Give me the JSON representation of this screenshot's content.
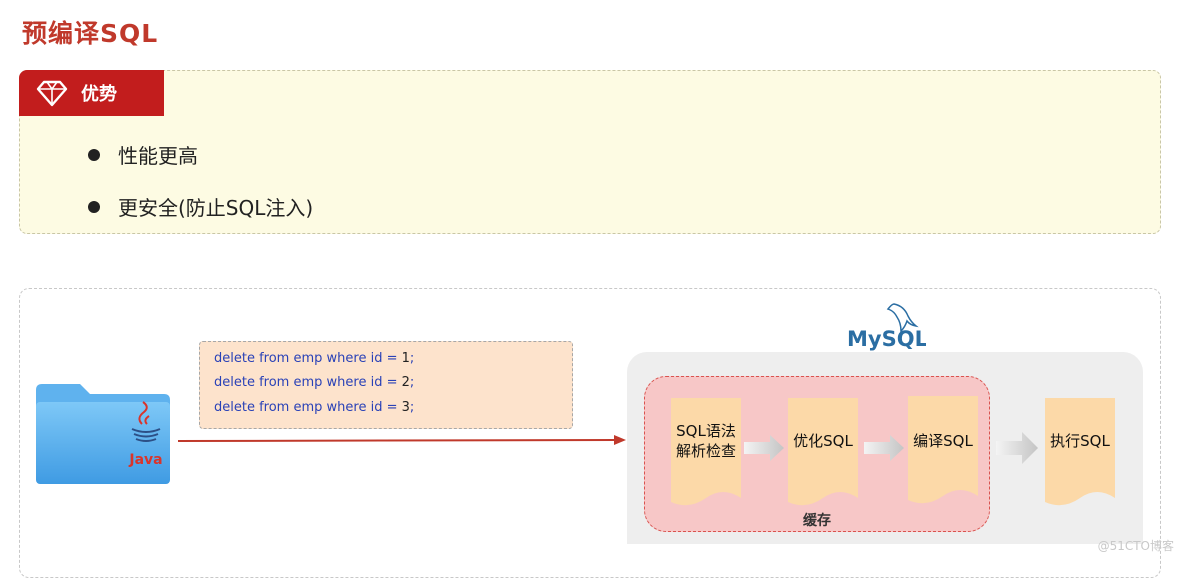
{
  "page_title": "预编译SQL",
  "advantages": {
    "tag_label": "优势",
    "items": [
      "性能更高",
      "更安全(防止SQL注入)"
    ]
  },
  "diagram": {
    "java_label": "Java",
    "sql_lines": [
      {
        "prefix": "delete from emp where id = ",
        "value": "1",
        "suffix": ";"
      },
      {
        "prefix": "delete from emp where id = ",
        "value": "2",
        "suffix": ";"
      },
      {
        "prefix": "delete from emp where id = ",
        "value": "3",
        "suffix": ";"
      }
    ],
    "mysql_logo_text": "MySQL",
    "steps": {
      "parse_line1": "SQL语法",
      "parse_line2": "解析检查",
      "optimize": "优化SQL",
      "compile": "编译SQL",
      "execute": "执行SQL"
    },
    "cache_label": "缓存"
  },
  "watermark": "@51CTO博客",
  "colors": {
    "title": "#c0392b",
    "tag_bg": "#c21d1d",
    "advantage_bg": "#fdfbe3",
    "sql_box_bg": "#fde3cc",
    "cache_bg": "#f7c7c7",
    "doc_bg": "#fcd9a8",
    "arrow": "#c0392b",
    "keyword": "#2a42b7"
  }
}
